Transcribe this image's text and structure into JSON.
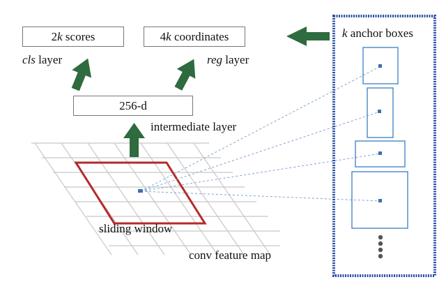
{
  "boxes": {
    "scores": {
      "prefix": "2",
      "k": "k",
      "suffix": " scores"
    },
    "coords": {
      "prefix": "4",
      "k": "k",
      "suffix": " coordinates"
    },
    "intermediate": "256-d"
  },
  "labels": {
    "cls_italic": "cls",
    "cls_rest": " layer",
    "reg_italic": "reg",
    "reg_rest": " layer",
    "intermediate": "intermediate layer",
    "sliding": "sliding window",
    "feature_map": "conv feature map"
  },
  "anchor_panel": {
    "title_italic": "k",
    "title_rest": " anchor boxes",
    "anchor_count_shown": 4,
    "more_indicator": "vertical-ellipsis"
  },
  "colors": {
    "arrow": "#2e6b3f",
    "window": "#b52a2a",
    "panel_border": "#2a4fa8",
    "anchor_border": "#3a7cc2",
    "dashed": "#7fa3cf",
    "grid": "#c8c8c8"
  }
}
